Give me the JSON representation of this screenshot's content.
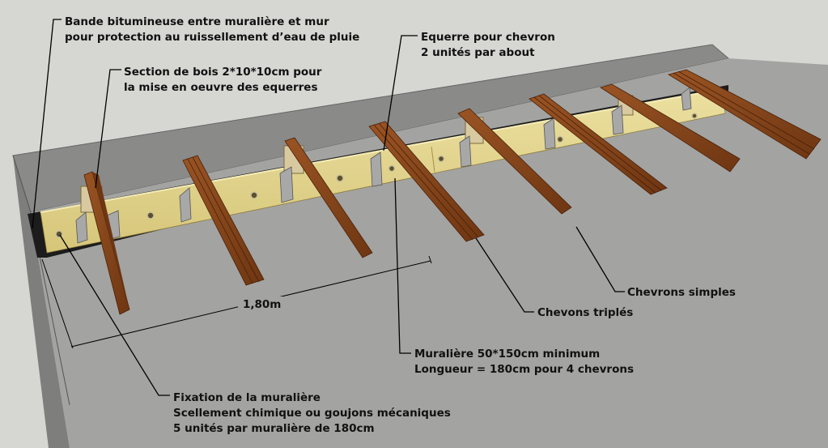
{
  "labels": {
    "bande": [
      "Bande bitumineuse entre muralière et mur",
      "pour protection au ruissellement d’eau de pluie"
    ],
    "section": [
      "Section de bois 2*10*10cm pour",
      "la mise en oeuvre des equerres"
    ],
    "equerre": [
      "Equerre pour chevron",
      "2 unités par about"
    ],
    "simples": [
      "Chevrons simples"
    ],
    "triples": [
      "Chevons triplés"
    ],
    "muraliere": [
      "Muralière 50*150cm minimum",
      "Longueur = 180cm pour 4 chevrons"
    ],
    "fixation": [
      "Fixation de la muralière",
      "Scellement chimique ou goujons mécaniques",
      "5 unités par muralière de 180cm"
    ]
  },
  "dimension": "1,80m",
  "colors": {
    "background": "#d6d6d3",
    "wall_top": "#8e8e8c",
    "wall_face": "#a3a3a1",
    "bitumen": "#1c1c1c",
    "ledger": "#e2d48c",
    "rafter": "#8a4a1e",
    "rafter_dark": "#5c2c0e",
    "block": "#d8c9a0",
    "bracket": "#a8a8a8"
  }
}
